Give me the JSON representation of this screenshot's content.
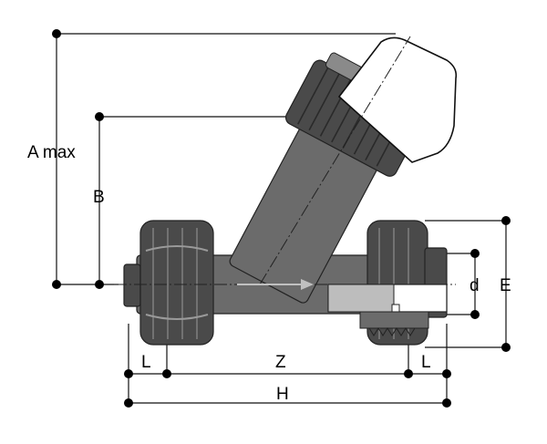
{
  "dimensions": {
    "a_max": "A max",
    "b": "B",
    "d": "d",
    "e": "E",
    "l_left": "L",
    "l_right": "L",
    "z": "Z",
    "h": "H"
  }
}
